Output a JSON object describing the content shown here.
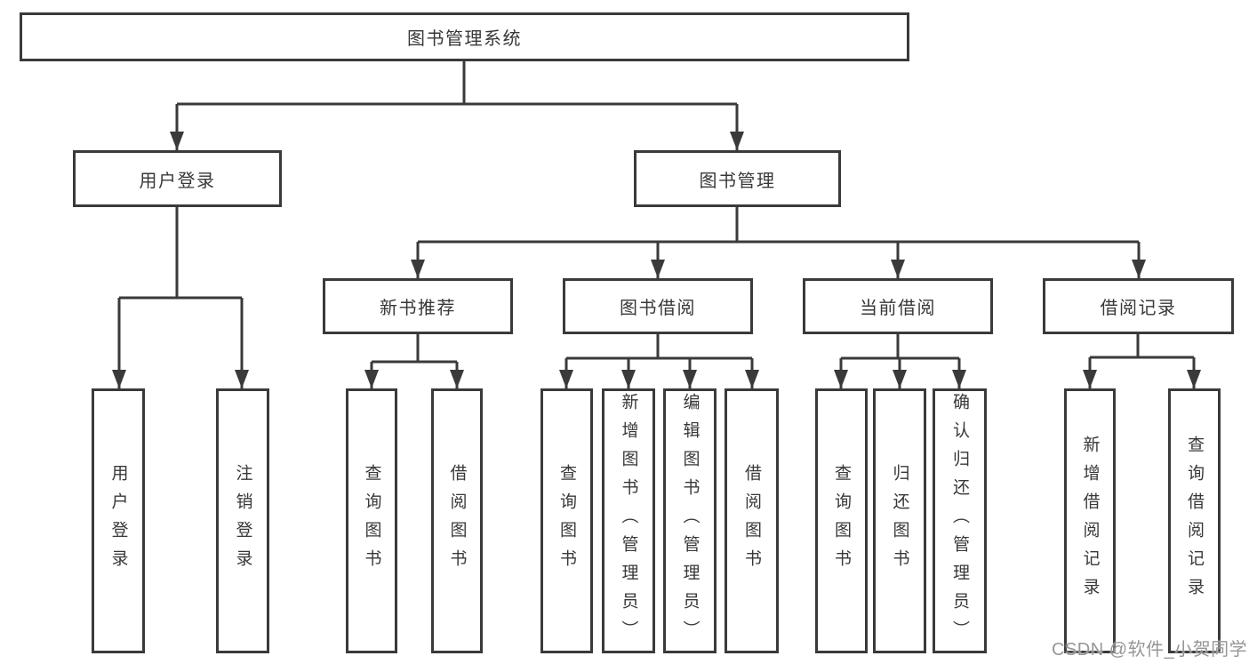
{
  "diagram": {
    "root": "图书管理系统",
    "user_login": {
      "label": "用户登录",
      "children": [
        "用户登录",
        "注销登录"
      ]
    },
    "book_mgmt": {
      "label": "图书管理",
      "new_book": {
        "label": "新书推荐",
        "children": [
          "查询图书",
          "借阅图书"
        ]
      },
      "book_borrow": {
        "label": "图书借阅",
        "children": [
          "查询图书",
          "新增图书（管理员）",
          "编辑图书（管理员）",
          "借阅图书"
        ]
      },
      "current_borrow": {
        "label": "当前借阅",
        "children": [
          "查询图书",
          "归还图书",
          "确认归还（管理员）"
        ]
      },
      "borrow_records": {
        "label": "借阅记录",
        "children": [
          "新增借阅记录",
          "查询借阅记录"
        ]
      }
    }
  },
  "watermark": {
    "text": "CSDN @软件_小贺同学"
  },
  "colors": {
    "box_border": "#3a3a3a",
    "label_text": "#383838",
    "watermark_text": "#969696",
    "background": "#ffffff"
  }
}
